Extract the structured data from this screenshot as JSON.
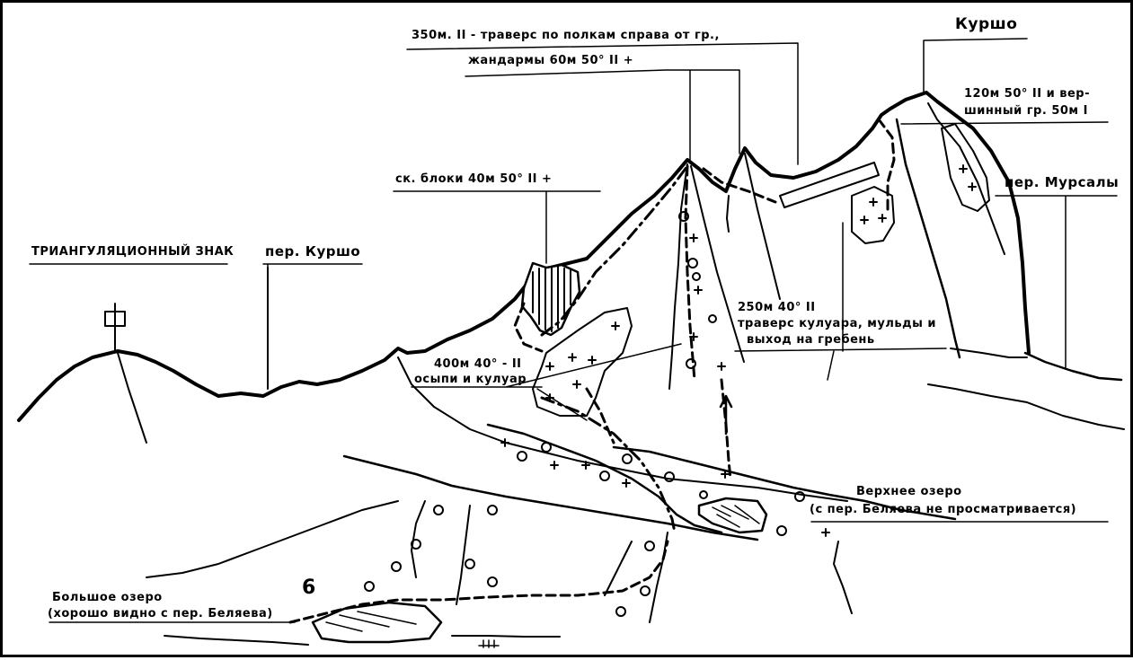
{
  "labels": {
    "trig_sign": "ТРИАНГУЛЯЦИОННЫЙ ЗНАК",
    "pass_kursho": "пер. Куршо",
    "blocks": "ск. блоки 40м 50° II +",
    "traverse_ledges": "350м. II - траверс по полкам справа от гр.,",
    "gendarmes": "жандармы 60м 50° II +",
    "peak_kursho": "Куршо",
    "summit_ridge_1": "120м 50° II и вер-",
    "summit_ridge_2": "шинный гр. 50м I",
    "pass_mursaly": "пер. Мурсалы",
    "couloir_traverse_1": "250м 40° II",
    "couloir_traverse_2": "траверс кулуара, мульды и",
    "couloir_traverse_3": "выход на гребень",
    "scree_couloir_1": "400м 40° - II",
    "scree_couloir_2": "осыпи и кулуар",
    "upper_lake_1": "Верхнее озеро",
    "upper_lake_2": "(с пер. Беляева не просматривается)",
    "big_lake_1": "Большое озеро",
    "big_lake_2": "(хорошо видно с пер. Беляева)",
    "bivouac_number": "6"
  }
}
